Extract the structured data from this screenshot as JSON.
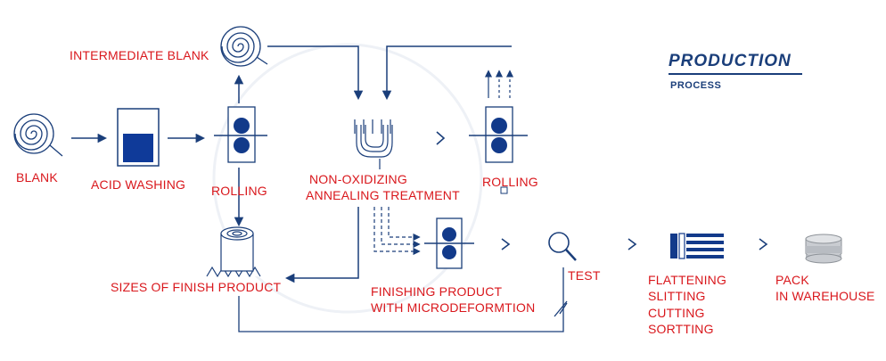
{
  "header": {
    "title": "PRODUCTION",
    "subtitle": "PROCESS"
  },
  "steps": {
    "blank": "BLANK",
    "acid_washing": "ACID WASHING",
    "rolling_1": "ROLLING",
    "intermediate_blank": "INTERMEDIATE BLANK",
    "annealing_line1": "NON-OXIDIZING",
    "annealing_line2": "ANNEALING TREATMENT",
    "rolling_2": "ROLLING",
    "sizes_finish_product": "SIZES OF FINISH PRODUCT",
    "finishing_line1": "FINISHING PRODUCT",
    "finishing_line2": "WITH MICRODEFORMTION",
    "test": "TEST",
    "flattening": "FLATTENING",
    "slitting": "SLITTING",
    "cutting": "CUTTING",
    "sortting": "SORTTING",
    "pack_line1": "PACK",
    "pack_line2": "IN WAREHOUSE"
  },
  "colors": {
    "label_red": "#d9171c",
    "line_blue": "#1a3e7a",
    "icon_navy": "#123a8a",
    "tank_fill": "#0f3a99"
  },
  "icons": [
    "spiral-coil-icon",
    "acid-tank-icon",
    "roller-icon",
    "annealing-furnace-icon",
    "paper-roll-icon",
    "magnifier-icon",
    "slitter-icon",
    "stacked-coils-icon"
  ]
}
